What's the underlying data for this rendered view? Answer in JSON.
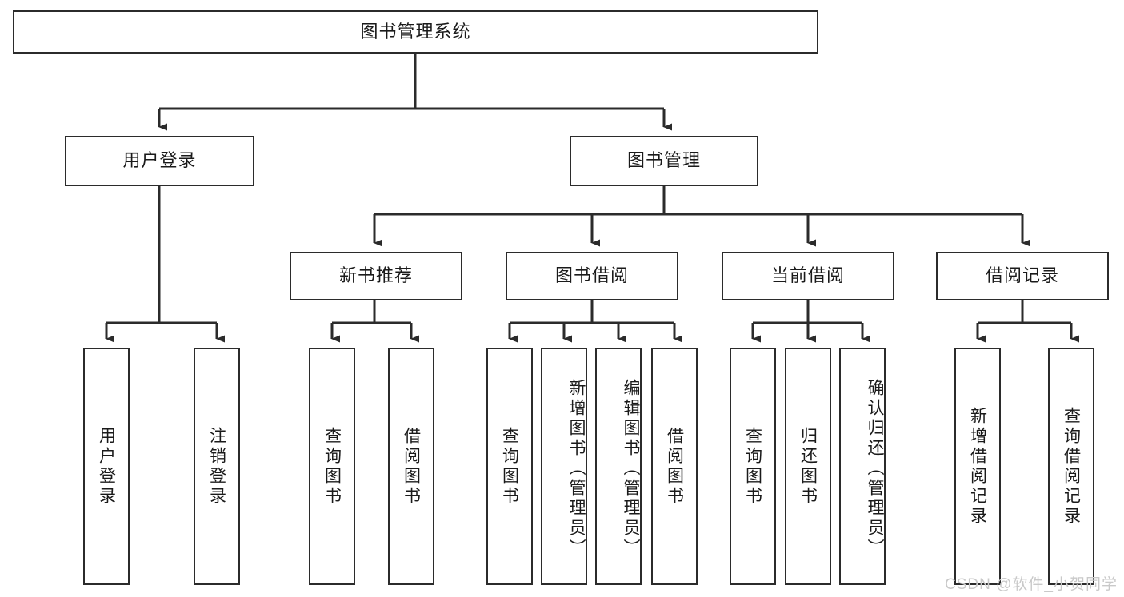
{
  "diagram": {
    "title": "图书管理系统",
    "watermark": "CSDN @软件_小贺同学",
    "root": {
      "label": "图书管理系统"
    },
    "level2": [
      {
        "label": "用户登录"
      },
      {
        "label": "图书管理"
      }
    ],
    "level3": [
      {
        "label": "新书推荐"
      },
      {
        "label": "图书借阅"
      },
      {
        "label": "当前借阅"
      },
      {
        "label": "借阅记录"
      }
    ],
    "leaves": {
      "user_login": [
        {
          "label": "用户登录"
        },
        {
          "label": "注销登录"
        }
      ],
      "new_book": [
        {
          "label": "查询图书"
        },
        {
          "label": "借阅图书"
        }
      ],
      "borrow": [
        {
          "label": "查询图书"
        },
        {
          "label": "新增图书（管理员）"
        },
        {
          "label": "编辑图书（管理员）"
        },
        {
          "label": "借阅图书"
        }
      ],
      "current": [
        {
          "label": "查询图书"
        },
        {
          "label": "归还图书"
        },
        {
          "label": "确认归还（管理员）"
        }
      ],
      "records": [
        {
          "label": "新增借阅记录"
        },
        {
          "label": "查询借阅记录"
        }
      ]
    }
  },
  "colors": {
    "stroke": "#2b2b2b",
    "fill": "#ffffff",
    "text": "#1a1a1a",
    "watermark": "#c9c9c9"
  }
}
